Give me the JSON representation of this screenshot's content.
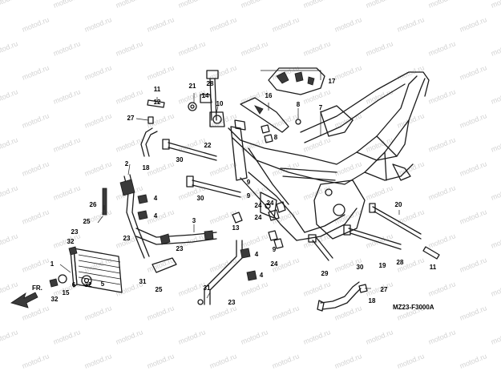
{
  "watermark": {
    "text": "motod.ru"
  },
  "diagram_code": "MZ23-F3000A",
  "front_arrow": {
    "label": "FR."
  },
  "callouts": [
    {
      "id": "c17",
      "label": "17"
    },
    {
      "id": "c28a",
      "label": "28"
    },
    {
      "id": "c21",
      "label": "21"
    },
    {
      "id": "c11a",
      "label": "11"
    },
    {
      "id": "c14",
      "label": "14"
    },
    {
      "id": "c10",
      "label": "10"
    },
    {
      "id": "c16",
      "label": "16"
    },
    {
      "id": "c12",
      "label": "12"
    },
    {
      "id": "c8a",
      "label": "8"
    },
    {
      "id": "c7",
      "label": "7"
    },
    {
      "id": "c27a",
      "label": "27"
    },
    {
      "id": "c8b",
      "label": "8"
    },
    {
      "id": "c22",
      "label": "22"
    },
    {
      "id": "c18a",
      "label": "18"
    },
    {
      "id": "c30a",
      "label": "30"
    },
    {
      "id": "c2",
      "label": "2"
    },
    {
      "id": "c9a",
      "label": "9"
    },
    {
      "id": "c9b",
      "label": "9"
    },
    {
      "id": "c30b",
      "label": "30"
    },
    {
      "id": "c24a",
      "label": "24"
    },
    {
      "id": "c26",
      "label": "26"
    },
    {
      "id": "c4a",
      "label": "4"
    },
    {
      "id": "c4b",
      "label": "4"
    },
    {
      "id": "c24b",
      "label": "24"
    },
    {
      "id": "c25a",
      "label": "25"
    },
    {
      "id": "c13",
      "label": "13"
    },
    {
      "id": "c24c",
      "label": "24"
    },
    {
      "id": "c3",
      "label": "3"
    },
    {
      "id": "c23a",
      "label": "23"
    },
    {
      "id": "c32a",
      "label": "32"
    },
    {
      "id": "c23b",
      "label": "23"
    },
    {
      "id": "c23c",
      "label": "23"
    },
    {
      "id": "c1",
      "label": "1"
    },
    {
      "id": "c4c",
      "label": "4"
    },
    {
      "id": "c31a",
      "label": "31"
    },
    {
      "id": "c6",
      "label": "6"
    },
    {
      "id": "c32b",
      "label": "32"
    },
    {
      "id": "c5",
      "label": "5"
    },
    {
      "id": "c25b",
      "label": "25"
    },
    {
      "id": "c4d",
      "label": "4"
    },
    {
      "id": "c32c",
      "label": "32"
    },
    {
      "id": "c15",
      "label": "15"
    },
    {
      "id": "c31b",
      "label": "31"
    },
    {
      "id": "c23d",
      "label": "23"
    },
    {
      "id": "c9c",
      "label": "9"
    },
    {
      "id": "c24d",
      "label": "24"
    },
    {
      "id": "c29",
      "label": "29"
    },
    {
      "id": "c30c",
      "label": "30"
    },
    {
      "id": "c20",
      "label": "20"
    },
    {
      "id": "c19",
      "label": "19"
    },
    {
      "id": "c28b",
      "label": "28"
    },
    {
      "id": "c11b",
      "label": "11"
    },
    {
      "id": "c27b",
      "label": "27"
    },
    {
      "id": "c18b",
      "label": "18"
    }
  ]
}
